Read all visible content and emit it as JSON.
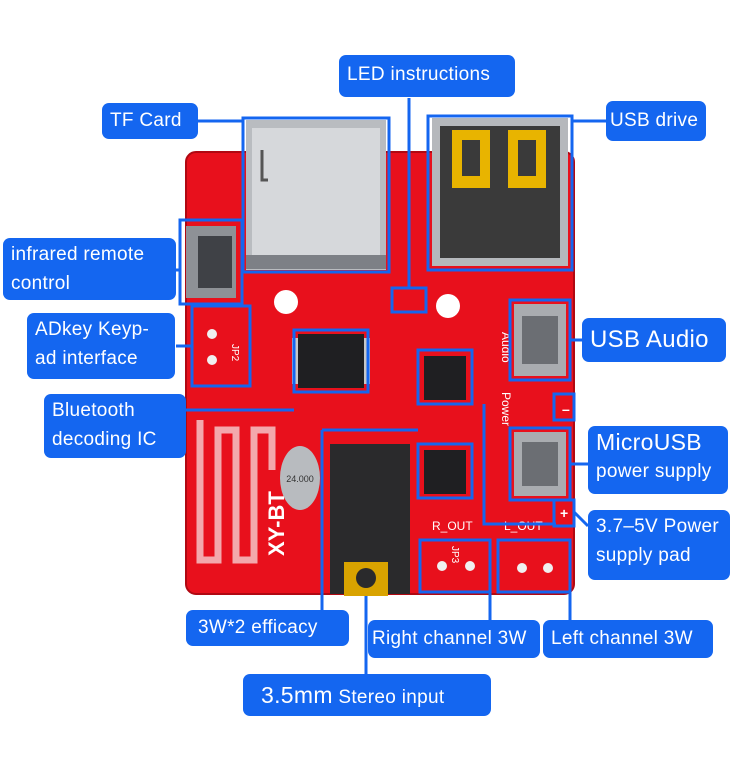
{
  "labels": {
    "led": "LED instructions",
    "tf": "TF Card",
    "usb_drive": "USB drive",
    "infrared_1": "infrared remote",
    "infrared_2": "control",
    "adkey_1": "ADkey Keyp-",
    "adkey_2": "ad interface",
    "usb_audio": "USB Audio",
    "bluetooth_1": "Bluetooth",
    "bluetooth_2": "decoding IC",
    "microusb_1": "MicroUSB",
    "microusb_2": "power supply",
    "power_pad_1": "3.7–5V Power",
    "power_pad_2": "supply pad",
    "efficacy": "3W*2 efficacy",
    "right_channel": "Right channel 3W",
    "left_channel": "Left channel 3W",
    "stereo_big": "3.5mm",
    "stereo_small": " Stereo input"
  },
  "board_text": {
    "brand": "XY-BT",
    "audio": "Audio",
    "power": "Power",
    "r_out": "R_OUT",
    "l_out": "L_OUT",
    "jp2": "JP2",
    "jp3": "JP3",
    "crystal": "24.000",
    "minus": "–",
    "plus": "+"
  },
  "colors": {
    "label_bg": "#1466f0",
    "connector": "#1466f0",
    "pcb": "#e8101c",
    "pcb_dark": "#c20812"
  }
}
